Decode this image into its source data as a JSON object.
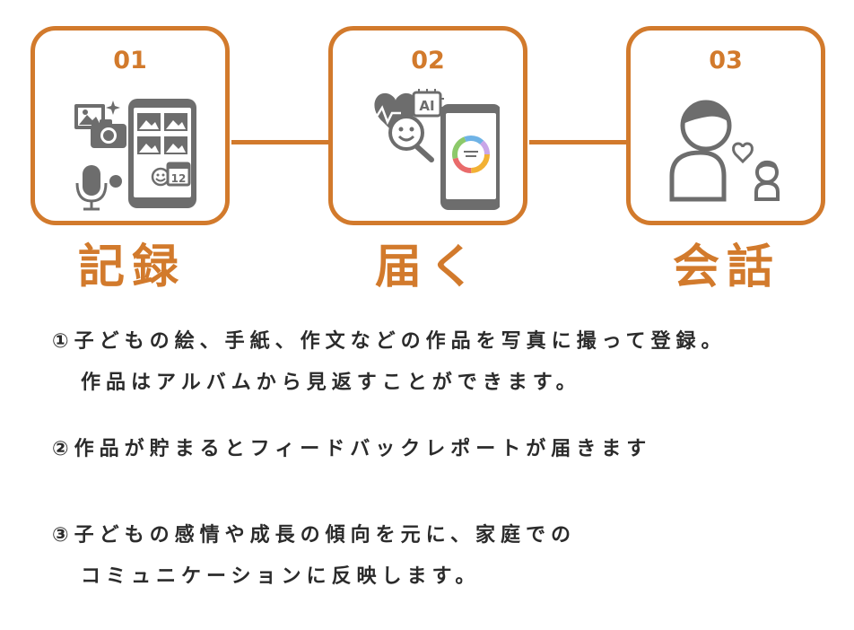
{
  "accent_color": "#d27a2c",
  "icon_color": "#6d6d6d",
  "steps": [
    {
      "number": "01",
      "title": "記録",
      "icon": "record-smartphone-photo-mic-icon"
    },
    {
      "number": "02",
      "title": "届く",
      "icon": "ai-report-smartphone-icon"
    },
    {
      "number": "03",
      "title": "会話",
      "icon": "parent-child-conversation-icon"
    }
  ],
  "descriptions": [
    {
      "marker": "①",
      "lines": [
        "子どもの絵、手紙、作文などの作品を写真に撮って登録。",
        "作品はアルバムから見返すことができます。"
      ]
    },
    {
      "marker": "②",
      "lines": [
        "作品が貯まるとフィードバックレポートが届きます"
      ]
    },
    {
      "marker": "③",
      "lines": [
        "子どもの感情や成長の傾向を元に、家庭での",
        "コミュニケーションに反映します。"
      ]
    }
  ]
}
